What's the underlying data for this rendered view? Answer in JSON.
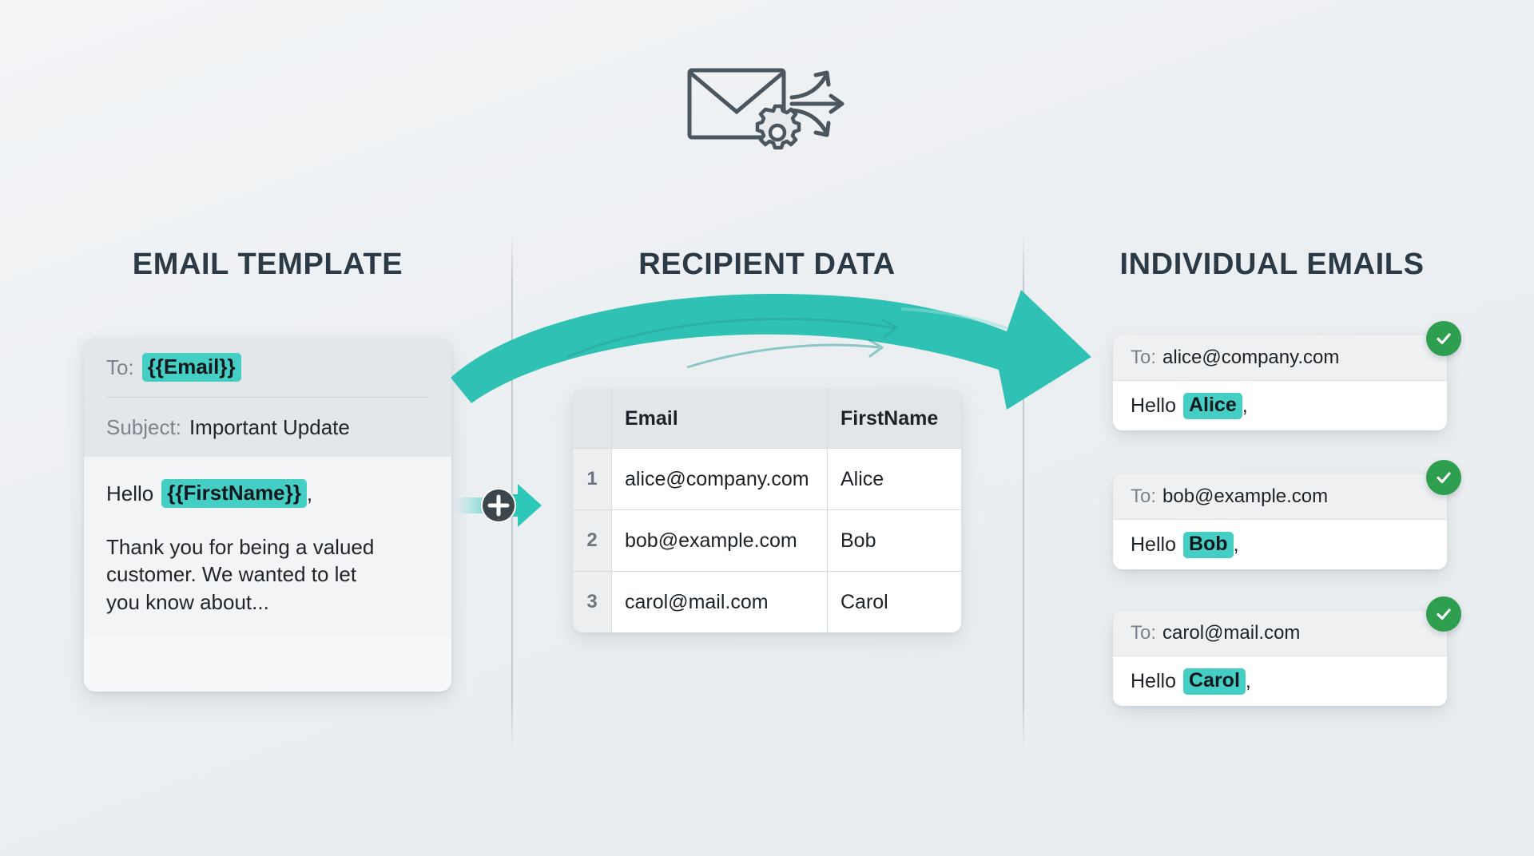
{
  "hero": {
    "icon": "envelope-gear-distribute-icon"
  },
  "columns": {
    "template_heading": "EMAIL TEMPLATE",
    "data_heading": "RECIPIENT DATA",
    "emails_heading": "INDIVIDUAL EMAILS"
  },
  "template_card": {
    "to_label": "To:",
    "to_value": "{{Email}}",
    "subject_label": "Subject:",
    "subject_value": "Important Update",
    "greeting_lead": "Hello",
    "greeting_token": "{{FirstName}}",
    "greeting_comma": ",",
    "paragraph": "Thank you for being a valued customer. We wanted to let you know about..."
  },
  "merge_node": {
    "icon": "plus-merge-icon"
  },
  "recipient_table": {
    "columns": [
      "",
      "Email",
      "FirstName"
    ],
    "rows": [
      {
        "index": "1",
        "email": "alice@company.com",
        "firstname": "Alice"
      },
      {
        "index": "2",
        "email": "bob@example.com",
        "firstname": "Bob"
      },
      {
        "index": "3",
        "email": "carol@mail.com",
        "firstname": "Carol"
      }
    ]
  },
  "individual_emails": [
    {
      "to_label": "To:",
      "to_value": "alice@company.com",
      "greeting_lead": "Hello",
      "name": "Alice",
      "comma": ",",
      "status_icon": "check-circle-icon"
    },
    {
      "to_label": "To:",
      "to_value": "bob@example.com",
      "greeting_lead": "Hello",
      "name": "Bob",
      "comma": ",",
      "status_icon": "check-circle-icon"
    },
    {
      "to_label": "To:",
      "to_value": "carol@mail.com",
      "greeting_lead": "Hello",
      "name": "Carol",
      "comma": ",",
      "status_icon": "check-circle-icon"
    }
  ],
  "colors": {
    "accent_teal": "#45cfc4",
    "arrow_teal": "#2fbfb0",
    "status_green": "#2e9e4f",
    "heading_dark": "#2b3a45",
    "muted_text": "#7b848c",
    "background": "#eef1f4"
  }
}
